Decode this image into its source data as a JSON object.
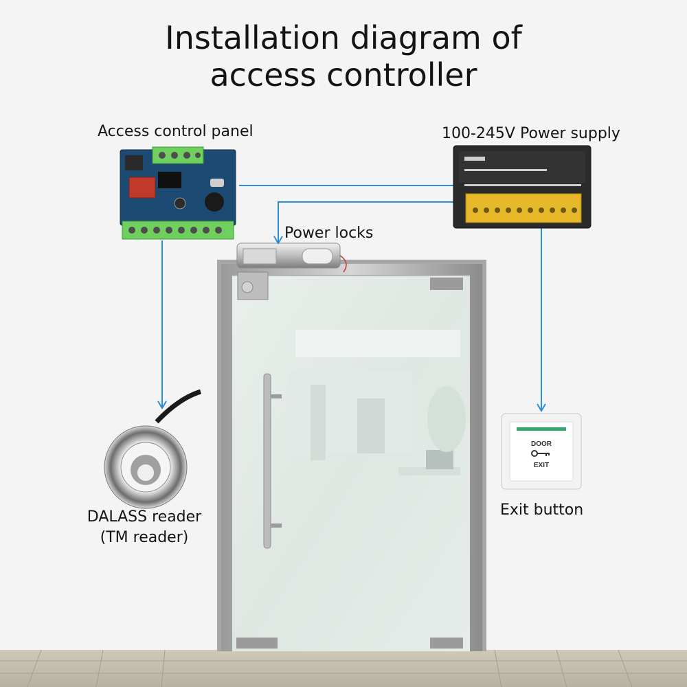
{
  "title": {
    "line1": "Installation diagram of",
    "line2": "access controller"
  },
  "components": {
    "panel": {
      "label": "Access control panel"
    },
    "power_supply": {
      "label": "100-245V Power supply"
    },
    "locks": {
      "label": "Power locks"
    },
    "reader": {
      "label_line1": "DALASS reader",
      "label_line2": "(TM reader)"
    },
    "exit_button": {
      "label": "Exit button",
      "face_top": "DOOR",
      "face_bottom": "EXIT"
    }
  },
  "colors": {
    "wire": "#2a8fd6",
    "background": "#f4f4f4",
    "pcb": "#1d4a73",
    "terminal": "#6fcf5f"
  }
}
